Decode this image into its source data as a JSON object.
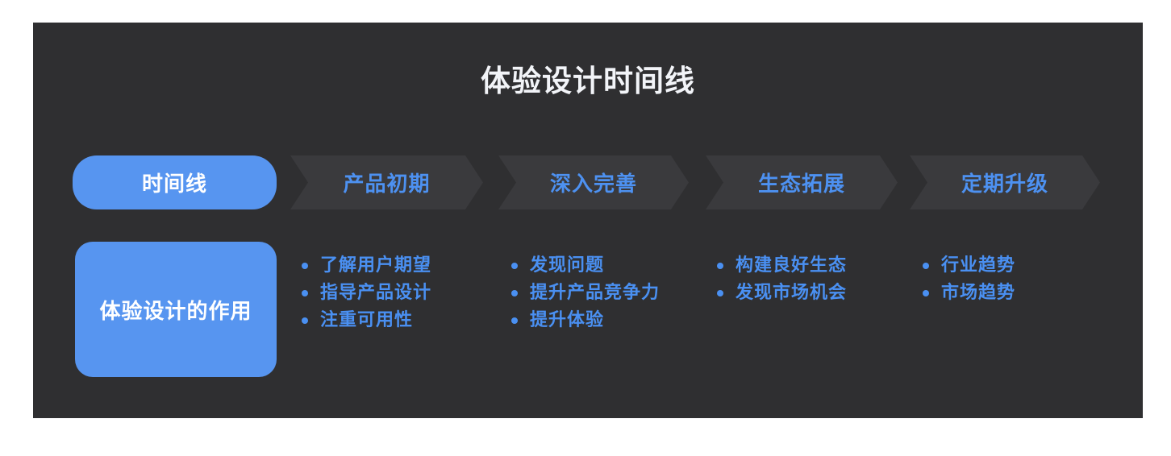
{
  "title": "体验设计时间线",
  "colors": {
    "page_bg": "#ffffff",
    "panel_bg": "#2f2f31",
    "stage_bg": "#3a3a3d",
    "accent_blue": "#5795f0",
    "text_blue": "#4a90f2",
    "text_white": "#ffffff"
  },
  "timeline": {
    "start_label": "时间线",
    "stages": [
      {
        "label": "产品初期",
        "points": [
          "了解用户期望",
          "指导产品设计",
          "注重可用性"
        ]
      },
      {
        "label": "深入完善",
        "points": [
          "发现问题",
          "提升产品竞争力",
          "提升体验"
        ]
      },
      {
        "label": "生态拓展",
        "points": [
          "构建良好生态",
          "发现市场机会"
        ]
      },
      {
        "label": "定期升级",
        "points": [
          "行业趋势",
          "市场趋势"
        ]
      }
    ]
  },
  "role_box": {
    "label": "体验设计的作用"
  }
}
